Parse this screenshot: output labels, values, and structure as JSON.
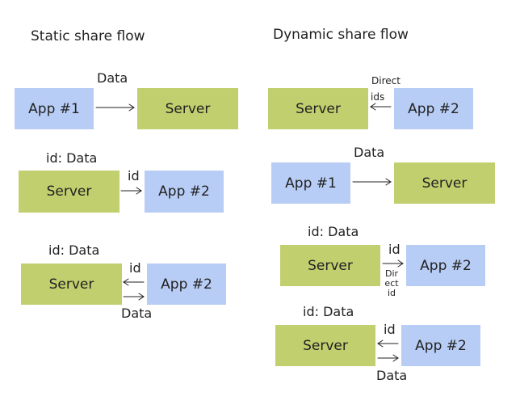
{
  "titles": {
    "static": "Static share flow",
    "dynamic": "Dynamic share flow"
  },
  "boxes": {
    "app1": "App #1",
    "app2": "App #2",
    "server": "Server"
  },
  "labels": {
    "data": "Data",
    "id_data": "id: Data",
    "id": "id",
    "direct": "Direct",
    "ids": "ids",
    "dir": "Dir",
    "ect": "ect",
    "id_small": "id"
  },
  "colors": {
    "app": "#b8cdf5",
    "server": "#c2cf6e",
    "text": "#222222",
    "arrow": "#222222"
  }
}
